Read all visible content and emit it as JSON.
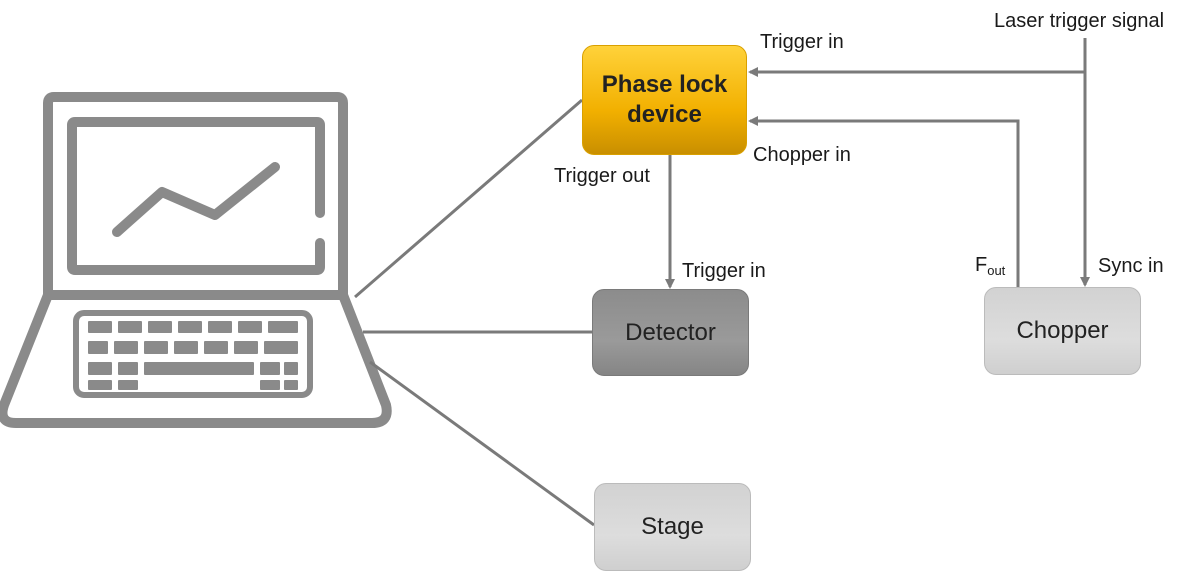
{
  "nodes": {
    "phase_lock_device": {
      "line1": "Phase lock",
      "line2": "device"
    },
    "detector": "Detector",
    "chopper": "Chopper",
    "stage": "Stage"
  },
  "labels": {
    "laser_trigger_signal": "Laser trigger signal",
    "phase_lock_trigger_in": "Trigger in",
    "chopper_in": "Chopper in",
    "trigger_out": "Trigger out",
    "detector_trigger_in": "Trigger in",
    "f_out_main": "F",
    "f_out_sub": "out",
    "sync_in": "Sync in"
  },
  "icons": {
    "computer": "laptop-chart-icon"
  },
  "colors": {
    "wire": "#7a7a7a",
    "laptop": "#8a8a8a",
    "phase_lock": "#f5b800",
    "detector": "#8f8f8f",
    "chopper": "#d6d6d6",
    "stage": "#d6d6d6"
  }
}
